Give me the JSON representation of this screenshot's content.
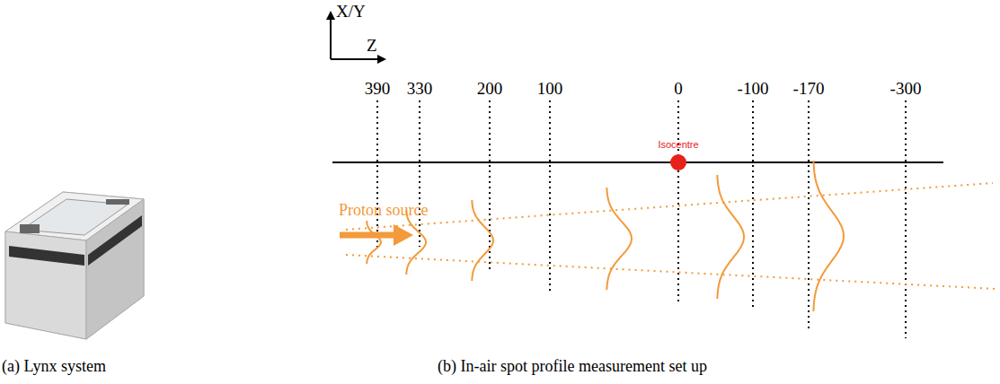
{
  "diagram": {
    "labels": [
      "X/Y",
      "Z",
      "390",
      "330",
      "200",
      "100",
      "0",
      "-100",
      "-170",
      "-300",
      "Isocentre",
      "Proton source",
      "(a) Lynx system",
      "(b) In-air spot profile measurement set up"
    ]
  }
}
